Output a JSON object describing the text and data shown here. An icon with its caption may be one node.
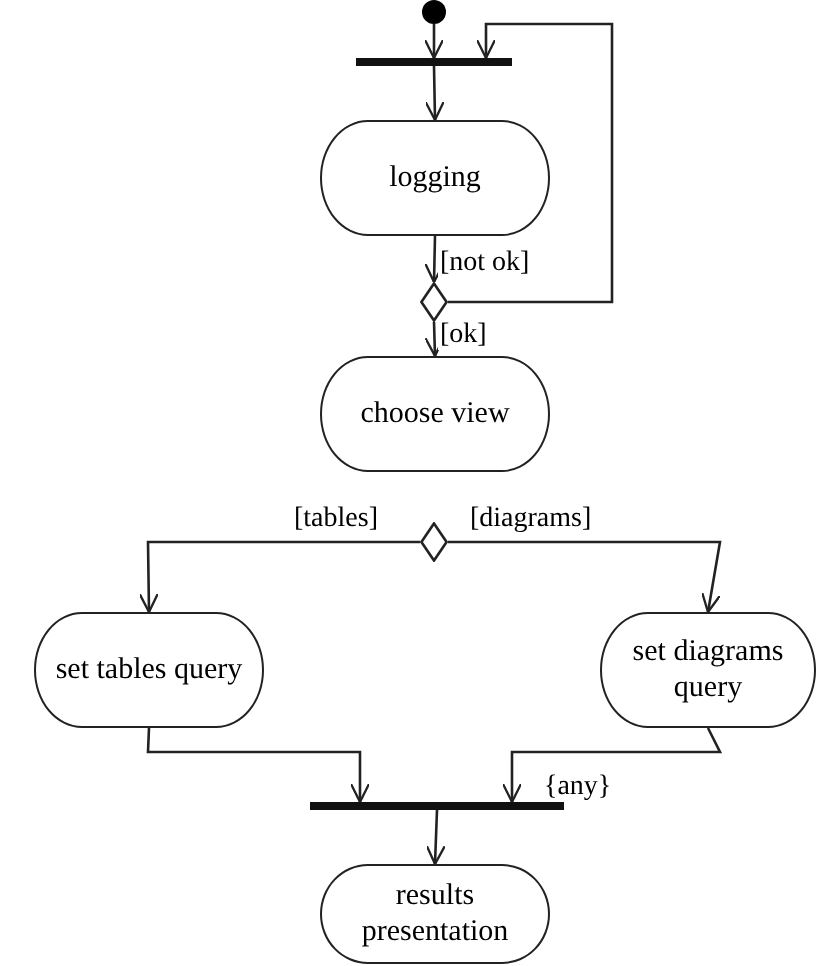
{
  "diagram": {
    "nodes": [
      {
        "text": [],
        "shape": "circle"
      },
      {
        "text": [],
        "shape": "bar"
      },
      {
        "text": [
          "logging"
        ]
      },
      {
        "text": [],
        "shape": "diamond"
      },
      {
        "text": [
          "choose view"
        ]
      },
      {
        "text": [],
        "shape": "diamond"
      },
      {
        "text": [
          "set tables query"
        ]
      },
      {
        "text": [
          "set diagrams query"
        ]
      },
      {
        "text": [],
        "shape": "bar",
        "beside": [
          "{any}"
        ]
      },
      {
        "text": [
          "results presentation"
        ]
      }
    ],
    "edges": [
      {
        "from": 0,
        "to": 1,
        "arrow": "to"
      },
      {
        "from": 1,
        "to": 2,
        "arrow": "to"
      },
      {
        "from": 2,
        "to": 3,
        "arrow": "to"
      },
      {
        "from": 3,
        "to": 1,
        "arrow": "to",
        "label": "[not ok]"
      },
      {
        "from": 3,
        "to": 4,
        "arrow": "to",
        "label": "[ok]"
      },
      {
        "from": 5,
        "to": 6,
        "arrow": "to",
        "label": "[tables]"
      },
      {
        "from": 5,
        "to": 7,
        "arrow": "to",
        "label": "[diagrams]"
      },
      {
        "from": 6,
        "to": 8,
        "arrow": "to"
      },
      {
        "from": 7,
        "to": 8,
        "arrow": "to"
      },
      {
        "from": 8,
        "to": 9,
        "arrow": "to"
      }
    ]
  }
}
